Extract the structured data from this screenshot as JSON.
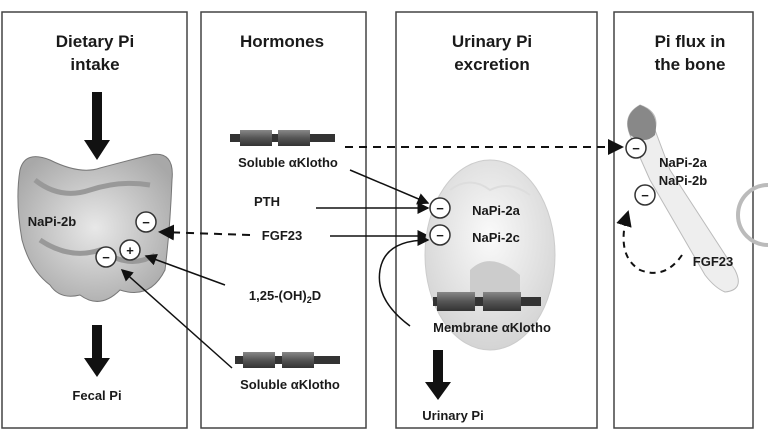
{
  "panels": [
    {
      "title_line1": "Dietary Pi",
      "title_line2": "intake",
      "output": "Fecal Pi",
      "transporter": "NaPi-2b"
    },
    {
      "title_line1": "Hormones",
      "soluble_klotho_top": "Soluble αKlotho",
      "pth": "PTH",
      "fgf23": "FGF23",
      "vitd_main": "1,25-(OH)",
      "vitd_sub": "2",
      "vitd_end": "D",
      "soluble_klotho_bottom": "Soluble αKlotho"
    },
    {
      "title_line1": "Urinary Pi",
      "title_line2": "excretion",
      "transporter_a": "NaPi-2a",
      "transporter_c": "NaPi-2c",
      "membrane_klotho": "Membrane αKlotho",
      "output": "Urinary  Pi"
    },
    {
      "title_line1": "Pi flux in",
      "title_line2": "the bone",
      "transporter_a": "NaPi-2a",
      "transporter_b": "NaPi-2b",
      "fgf23": "FGF23"
    }
  ],
  "symbols": {
    "inhibit": "−",
    "stimulate": "+"
  }
}
